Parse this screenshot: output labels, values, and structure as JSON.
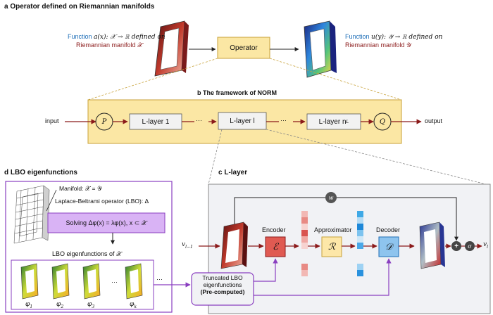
{
  "panel_a": {
    "title": "a Operator defined on Riemannian manifolds",
    "left_caption": {
      "word": "Function",
      "formula": "a(x): 𝒳 → ℝ defined on",
      "manifold": "Riemannian manifold 𝒳"
    },
    "operator_label": "Operator",
    "right_caption": {
      "word": "Function",
      "formula": "u(y): 𝒴 → ℝ defined on",
      "manifold": "Riemannian manifold 𝒴"
    }
  },
  "panel_b": {
    "title": "b The framework of NORM",
    "input_label": "input",
    "output_label": "output",
    "p_label": "P",
    "q_label": "Q",
    "layer1": "L-layer 1",
    "layer_l": "L-layer l",
    "layer_n": "L-layer n",
    "layer_n_sub": "L",
    "dots": "···"
  },
  "panel_c": {
    "title": "c L-layer",
    "v_in": "v",
    "v_in_sub": "l−1",
    "v_out": "v",
    "v_out_sub": "l",
    "w_label": "w",
    "sigma_label": "σ",
    "plus_label": "+",
    "encoder_label": "Encoder",
    "encoder_symbol": "ℰ",
    "approximator_label": "Approximator",
    "approximator_symbol": "ℛ",
    "decoder_label": "Decoder",
    "decoder_symbol": "𝒟",
    "truncated_line1": "Truncated LBO",
    "truncated_line2": "eigenfunctions",
    "truncated_line3": "(Pre-computed)"
  },
  "panel_d": {
    "title": "d LBO eigenfunctions",
    "manifold_text": "Manifold: 𝒳 = 𝒴",
    "lbo_text": "Laplace-Beltrami operator (LBO): Δ",
    "solving_text": "Solving Δφ(x) = λφ(x), x ⊂ 𝒳",
    "eigen_header": "LBO eigenfunctions of 𝒳",
    "phi_labels": [
      "φ",
      "φ",
      "φ",
      "φ"
    ],
    "phi_subs": [
      "1",
      "2",
      "3",
      "k"
    ],
    "dots": "···"
  },
  "colors": {
    "yellow_fill": "#fbe7a4",
    "yellow_border": "#c8a23a",
    "purple": "#8a3fc0",
    "purple_fill": "#d9b3f5",
    "red_arrow": "#8b1a1a",
    "encoder_fill": "#e05a52",
    "approximator_fill": "#fde7a8",
    "decoder_fill": "#8ec4ee",
    "gray_panel": "#f1f2f5",
    "blue_text": "#1f6fb8",
    "maroon_text": "#8b1a1a"
  }
}
